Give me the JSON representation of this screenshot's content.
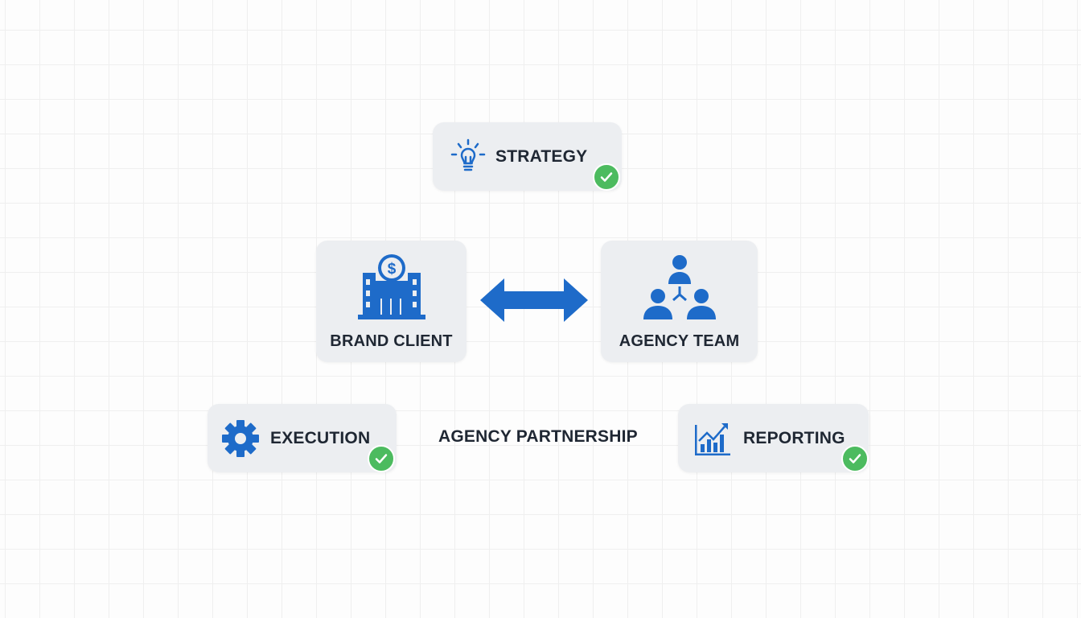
{
  "diagram": {
    "title": "AGENCY PARTNERSHIP",
    "nodes": {
      "strategy": {
        "label": "STRATEGY",
        "icon": "lightbulb-icon",
        "status": "complete"
      },
      "brand_client": {
        "label": "BRAND CLIENT",
        "icon": "building-dollar-icon"
      },
      "agency_team": {
        "label": "AGENCY TEAM",
        "icon": "team-icon"
      },
      "execution": {
        "label": "EXECUTION",
        "icon": "gear-icon",
        "status": "complete"
      },
      "reporting": {
        "label": "REPORTING",
        "icon": "chart-growth-icon",
        "status": "complete"
      }
    },
    "connection": {
      "from": "BRAND CLIENT",
      "to": "AGENCY TEAM",
      "type": "bidirectional"
    },
    "colors": {
      "accent": "#1e6bc9",
      "text": "#1f2733",
      "card": "#eceef1",
      "check": "#4cbb5f"
    }
  }
}
